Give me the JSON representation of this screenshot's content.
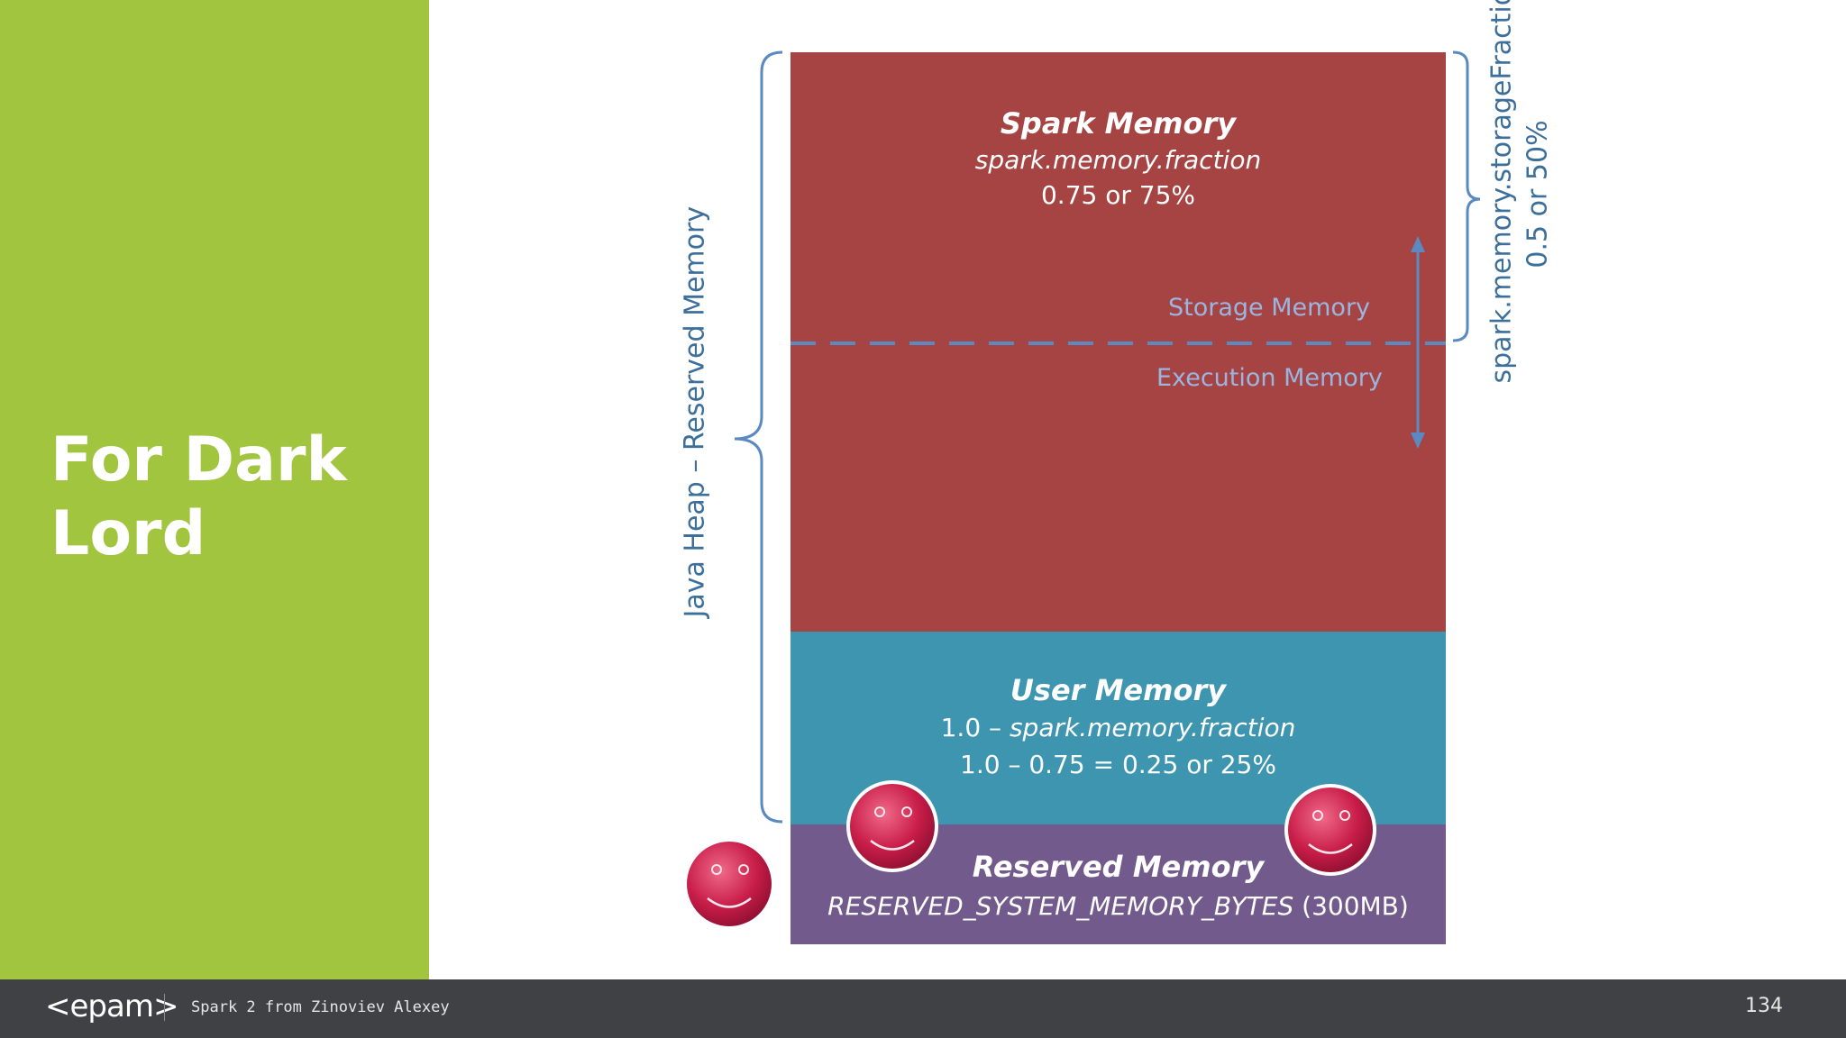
{
  "slide": {
    "title": "For Dark\nLord"
  },
  "diagram": {
    "spark_memory": {
      "title": "Spark Memory",
      "param": "spark.memory.fraction",
      "value": "0.75 or 75%"
    },
    "storage_label": "Storage Memory",
    "execution_label": "Execution Memory",
    "user_memory": {
      "title": "User Memory",
      "formula_prefix": "1.0 – ",
      "formula_param": "spark.memory.fraction",
      "value": "1.0 – 0.75 = 0.25 or 25%"
    },
    "reserved_memory": {
      "title": "Reserved Memory",
      "param": "RESERVED_SYSTEM_MEMORY_BYTES",
      "size": " (300MB)"
    },
    "left_brace_label": "Java Heap – Reserved Memory",
    "right_brace_label": "spark.memory.storageFraction",
    "right_brace_value": "0.5 or 50%",
    "colors": {
      "spark": "#a64443",
      "user": "#3d95b0",
      "reserved": "#725b8c",
      "brace": "#5b8ac2",
      "sidebar": "#a1c53f"
    }
  },
  "footer": {
    "logo": "<epam>",
    "text": "Spark 2 from Zinoviev Alexey",
    "page_number": "134"
  }
}
